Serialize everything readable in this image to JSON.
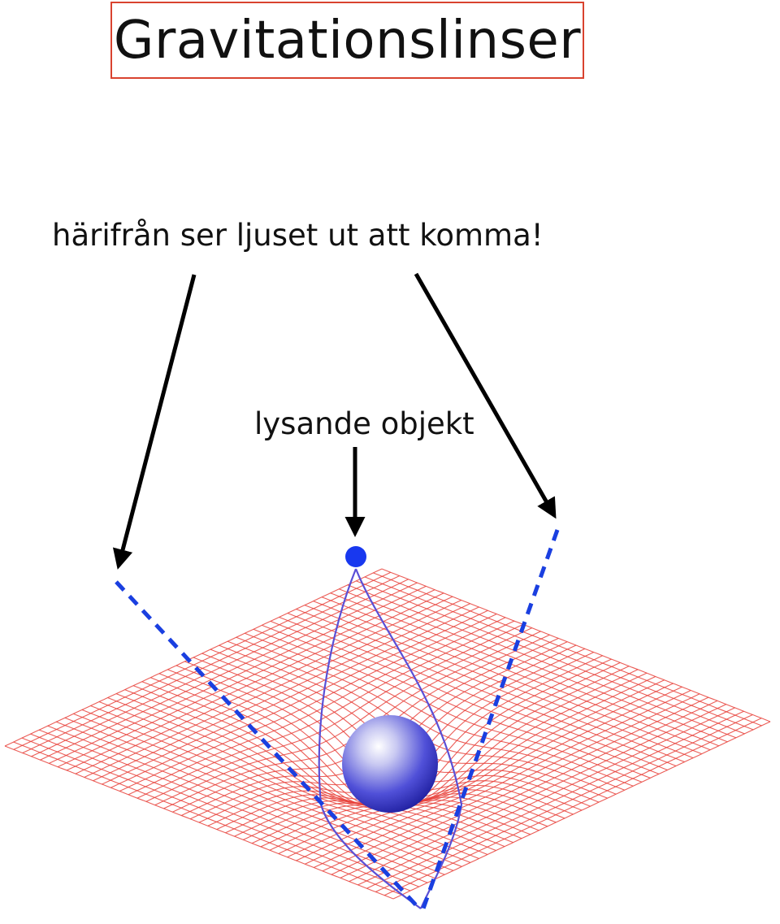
{
  "title": "Gravitationslinser",
  "caption_observer": "härifrån ser ljuset ut att komma!",
  "caption_source": "lysande objekt",
  "colors": {
    "grid": "#e8413a",
    "title_border": "#d9432f",
    "light_path": "#5a4fd6",
    "apparent_path": "#1a3fe0",
    "source": "#1838ef",
    "mass": "#2a2ad0",
    "arrow": "#000000"
  },
  "icons": {
    "mass": "sphere",
    "source": "dot",
    "pointers": "arrow"
  }
}
